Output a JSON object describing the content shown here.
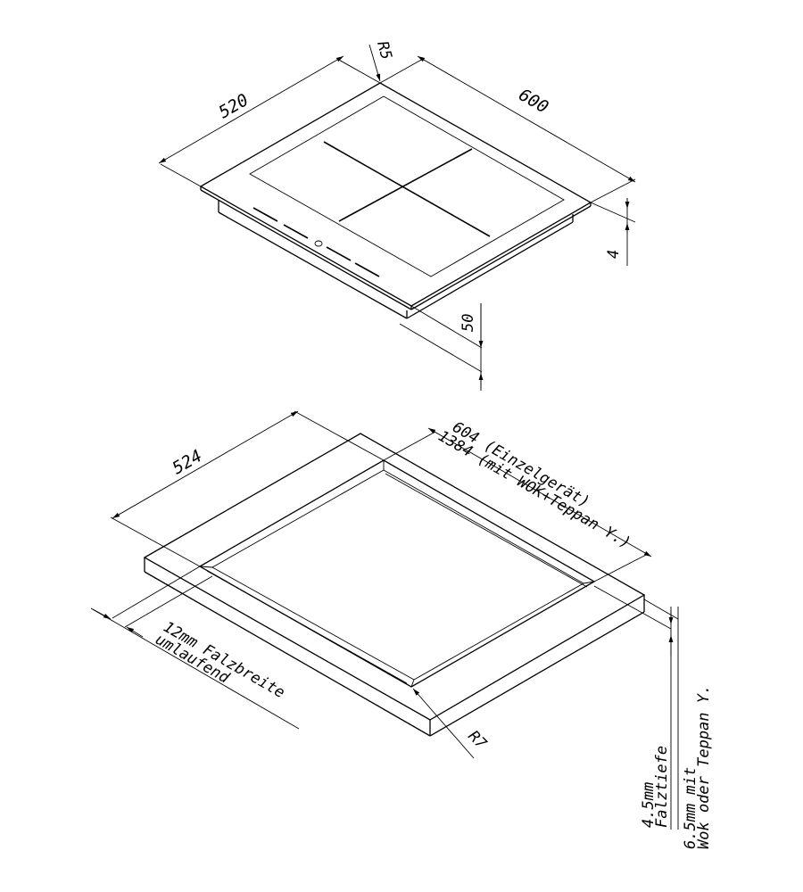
{
  "hob": {
    "dim_depth": "520",
    "dim_width": "600",
    "dim_radius": "R5",
    "dim_glass": "4",
    "dim_height": "50"
  },
  "cutout": {
    "dim_depth": "524",
    "dim_width_single": "604 (Einzelgerät)",
    "dim_width_combo": "1384 (mit WOK+Teppan Y.)",
    "dim_radius": "R7",
    "rebate_width_line1": "12mm Falzbreite",
    "rebate_width_line2": "umlaufend",
    "rebate_depth_line1": "4.5mm",
    "rebate_depth_line2": "Falztiefe",
    "rebate_depth_alt_line1": "6.5mm mit",
    "rebate_depth_alt_line2": "Wok oder Teppan Y."
  }
}
